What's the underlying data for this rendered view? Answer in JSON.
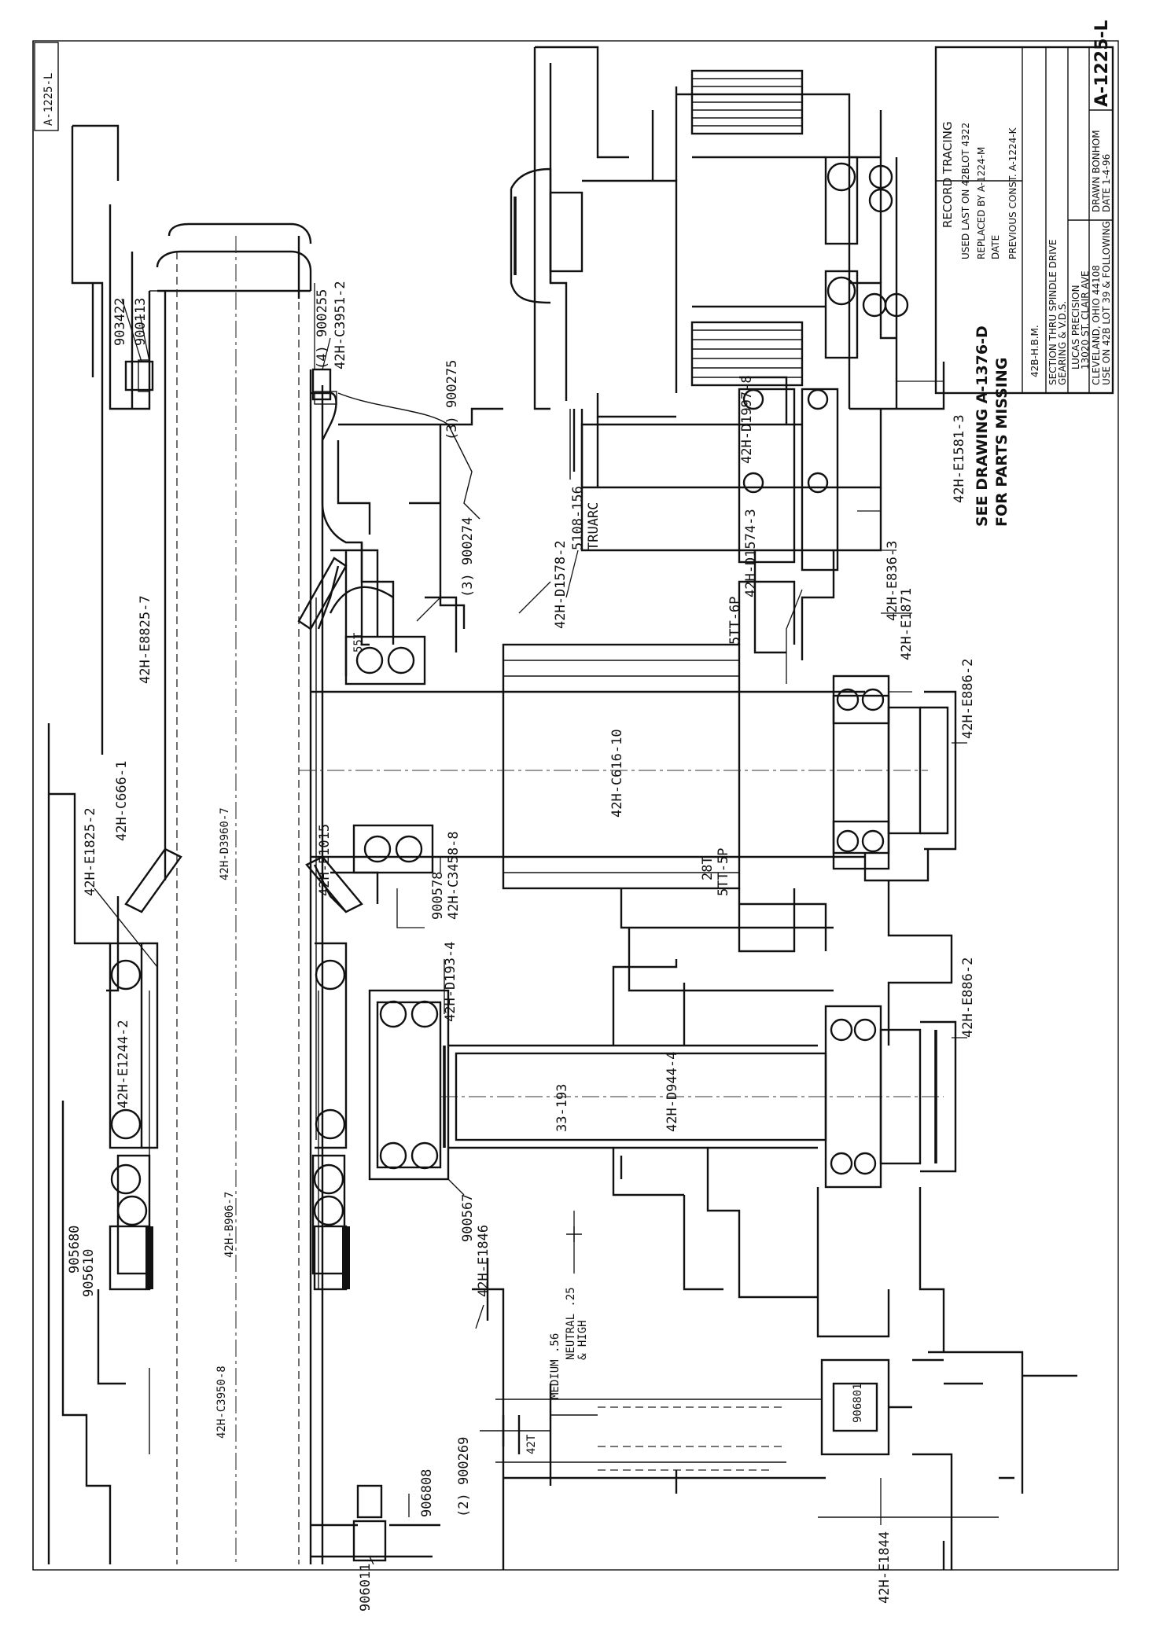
{
  "corner_tag": "A-1225-L",
  "title_block": {
    "record_tracing": "RECORD TRACING",
    "used_last_on": "USED LAST ON  42BLOT 4322",
    "replaced_by": "REPLACED BY  A-1224-M",
    "date": "DATE",
    "previous_const": "PREVIOUS CONST.  A-1224-K",
    "model": "42B-H.B.M.",
    "title": "SECTION THRU SPINDLE DRIVE",
    "subtitle": "GEARING & V.D.S.",
    "company": "LUCAS PRECISION",
    "address": "13020 ST. CLAIR AVE",
    "city": "CLEVELAND, OHIO 44108",
    "drawn": "DRAWN  BONHOM",
    "date_value": "DATE  1-4-96",
    "usage": "USE ON  42B  LOT 39 & FOLLOWING",
    "drawing_number": "A-1225-L"
  },
  "notes": {
    "see_drawing": "SEE DRAWING A-1376-D",
    "parts_missing": "FOR PARTS MISSING"
  },
  "part_labels": {
    "p903422": "903422",
    "p900113": "900113",
    "p900255": "(4) 900255",
    "c3951": "42H-C3951-2",
    "e1825": "42H-E1825-2",
    "c666": "42H-C666-1",
    "e8825": "42H-E8825-7",
    "e1244": "42H-E1244-2",
    "b906": "42H-B906-7",
    "p905610": "905610",
    "p905680": "905680",
    "p900275": "(3) 900275",
    "p900274": "(3) 900274",
    "d1578": "42H-D1578-2",
    "d1574": "42H-D1574-3",
    "shaft_c616": "42H-C616-10",
    "e1015": "42H-E1015",
    "p900578": "900578",
    "c3458": "42H-C3458-8",
    "d193": "42H-D193-4",
    "d1997": "42H-D1997-8",
    "s108": "5108-156",
    "truarc": "TRUARC",
    "e1581": "42H-E1581-3",
    "e836": "42H-E836-3",
    "e1871": "42H-E1871",
    "e886a": "42H-E886-2",
    "e886b": "42H-E886-2",
    "shaft_d944": "42H-D944-4",
    "p900567": "900567",
    "e1846": "42H-E1846",
    "e1844": "42H-E1844",
    "p906808": "906808",
    "p900269": "(2) 900269",
    "p906011": "906011",
    "p906801": "906801"
  },
  "gear_labels": {
    "sp6": "5TT-6P",
    "sp5": "5TT-5P",
    "t28": "28T",
    "t55": "55T",
    "t33": "33-193",
    "t42": "42T",
    "medium": "MEDIUM .56",
    "neutral": "NEUTRAL .25",
    "high": "& HIGH"
  },
  "margin_text": {
    "vertical_a": "42H-C3950-8",
    "vertical_b": "42H-D3960-7"
  }
}
